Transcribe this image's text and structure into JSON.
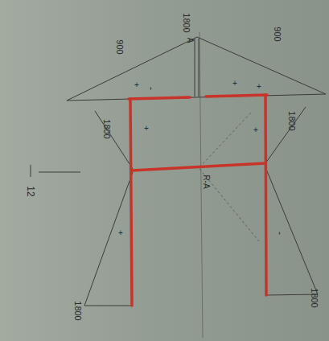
{
  "diagram": {
    "labels": [
      "1800",
      "A",
      "900",
      "900",
      "1800",
      "1800",
      "R-A",
      "12",
      "1800",
      "1800",
      "-",
      "+",
      "+",
      "+",
      "+",
      "+",
      "-",
      "+"
    ]
  }
}
